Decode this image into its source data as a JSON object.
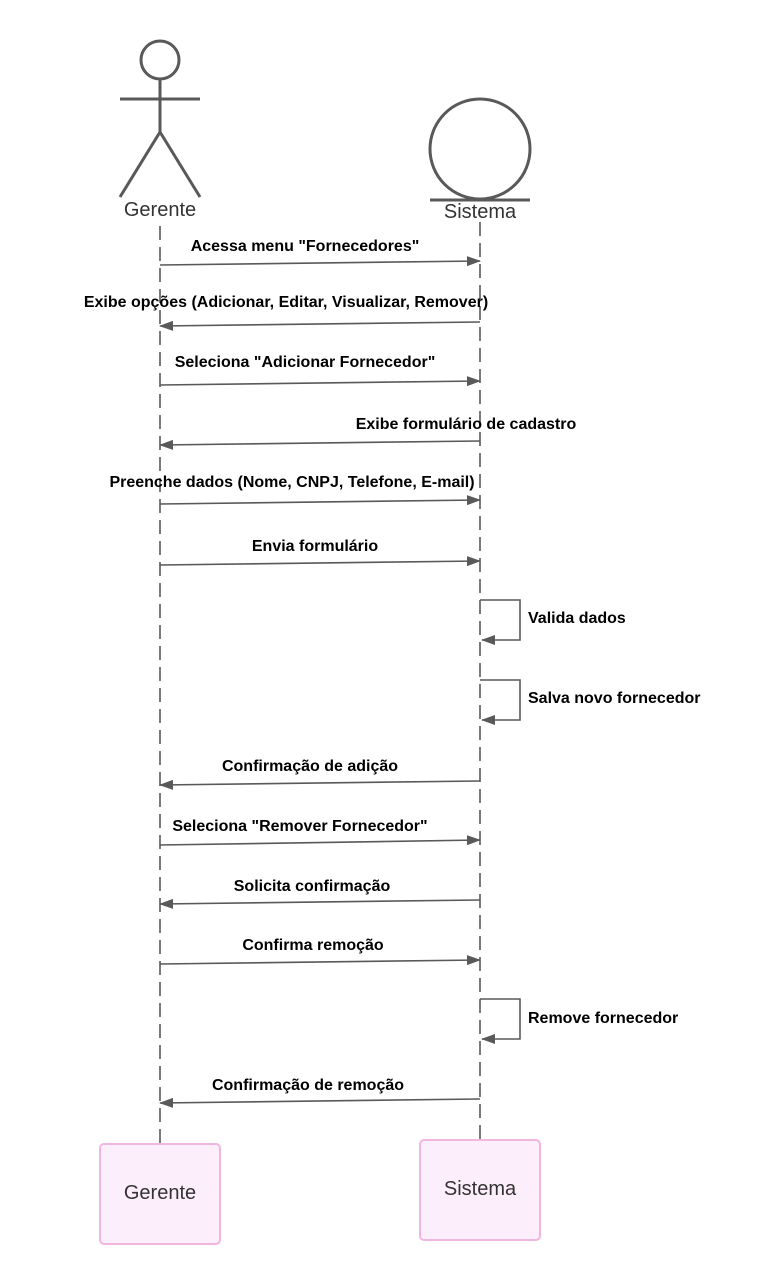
{
  "participants": {
    "gerente": {
      "name": "Gerente"
    },
    "sistema": {
      "name": "Sistema"
    }
  },
  "messages": [
    {
      "text": "Acessa menu \"Fornecedores\"",
      "from": "gerente",
      "to": "sistema"
    },
    {
      "text": "Exibe opções (Adicionar, Editar, Visualizar, Remover)",
      "from": "sistema",
      "to": "gerente"
    },
    {
      "text": "Seleciona \"Adicionar Fornecedor\"",
      "from": "gerente",
      "to": "sistema"
    },
    {
      "text": "Exibe formulário de cadastro",
      "from": "sistema",
      "to": "gerente"
    },
    {
      "text": "Preenche dados (Nome, CNPJ, Telefone, E-mail)",
      "from": "gerente",
      "to": "sistema"
    },
    {
      "text": "Envia formulário",
      "from": "gerente",
      "to": "sistema"
    },
    {
      "text": "Valida dados",
      "from": "sistema",
      "to": "sistema"
    },
    {
      "text": "Salva novo fornecedor",
      "from": "sistema",
      "to": "sistema"
    },
    {
      "text": "Confirmação de adição",
      "from": "sistema",
      "to": "gerente"
    },
    {
      "text": "Seleciona \"Remover Fornecedor\"",
      "from": "gerente",
      "to": "sistema"
    },
    {
      "text": "Solicita confirmação",
      "from": "sistema",
      "to": "gerente"
    },
    {
      "text": "Confirma remoção",
      "from": "gerente",
      "to": "sistema"
    },
    {
      "text": "Remove fornecedor",
      "from": "sistema",
      "to": "sistema"
    },
    {
      "text": "Confirmação de remoção",
      "from": "sistema",
      "to": "gerente"
    }
  ],
  "colors": {
    "line": "#595959",
    "box_fill": "#fdeefb",
    "box_stroke": "#f0b6df"
  }
}
